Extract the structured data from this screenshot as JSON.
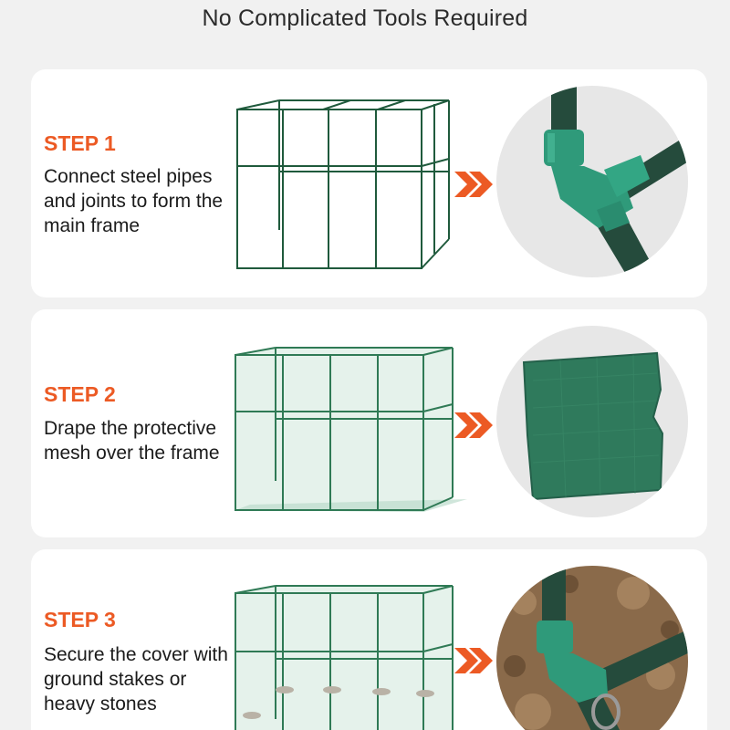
{
  "header": {
    "title": "No Complicated Tools Required"
  },
  "colors": {
    "accent": "#ec5a24",
    "frame_green": "#1f5a3c",
    "joint_teal": "#2f9a7a",
    "card_bg": "#ffffff",
    "page_bg": "#f1f1f1"
  },
  "steps": [
    {
      "label": "STEP 1",
      "description": "Connect steel pipes and joints to form the main frame",
      "illustration_icon": "pipe-frame-icon",
      "detail_icon": "pipe-joint-icon"
    },
    {
      "label": "STEP 2",
      "description": "Drape the protective mesh over the frame",
      "illustration_icon": "mesh-covered-frame-icon",
      "detail_icon": "mesh-fabric-icon"
    },
    {
      "label": "STEP 3",
      "description": "Secure the cover with ground stakes or heavy stones",
      "illustration_icon": "staked-greenhouse-icon",
      "detail_icon": "ground-stake-icon"
    }
  ]
}
